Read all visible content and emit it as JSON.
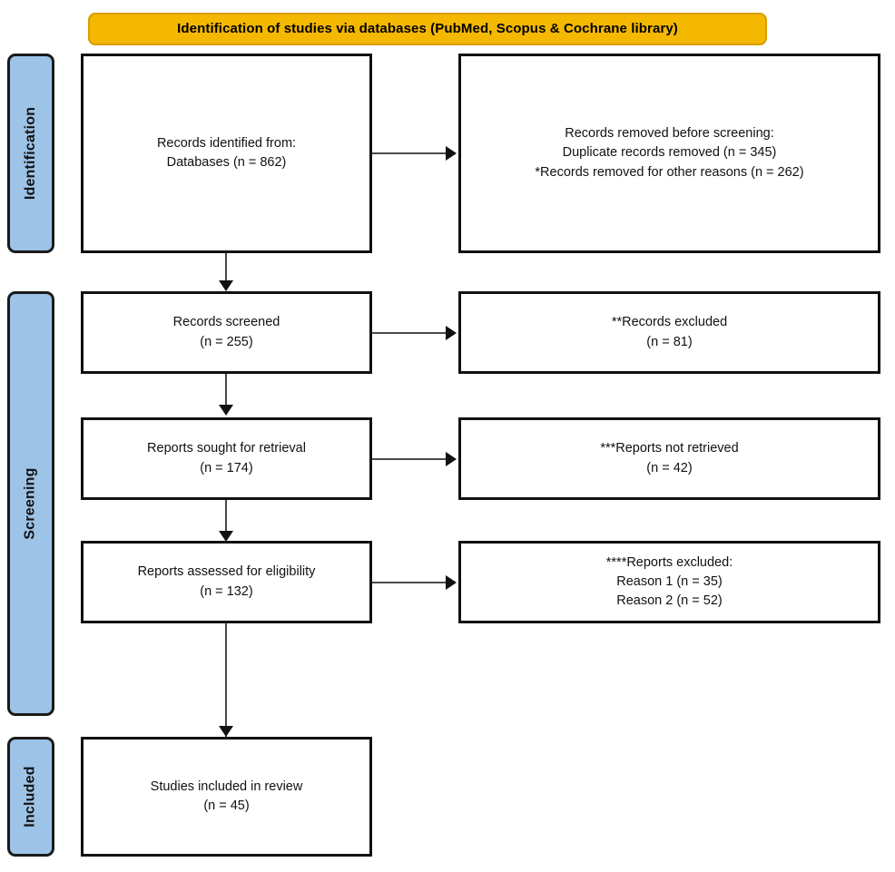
{
  "banner": {
    "title": "Identification of studies via databases (PubMed, Scopus & Cochrane library)"
  },
  "colors": {
    "banner_fill": "#F5B800",
    "banner_border": "#D69E00",
    "stage_fill": "#9DC3E6",
    "box_border": "#111111",
    "connector": "#4a4a4a",
    "text": "#111111"
  },
  "stages": [
    {
      "label": "Identification"
    },
    {
      "label": "Screening"
    },
    {
      "label": "Included"
    }
  ],
  "chart_data": {
    "type": "diagram",
    "title": "Identification of studies via databases (PubMed, Scopus & Cochrane library)",
    "nodes": [
      {
        "id": "records-identified",
        "stage": "Identification",
        "column": "left",
        "text": "Records identified from:\nDatabases (n = 862)",
        "n": 862
      },
      {
        "id": "records-removed",
        "stage": "Identification",
        "column": "right",
        "text": "Records removed before screening:\nDuplicate records removed (n = 345)\n*Records removed for other reasons (n = 262)",
        "n": [
          345,
          262
        ]
      },
      {
        "id": "records-screened",
        "stage": "Screening",
        "column": "left",
        "text": "Records screened\n(n = 255)",
        "n": 255
      },
      {
        "id": "records-excluded",
        "stage": "Screening",
        "column": "right",
        "text": "**Records excluded\n(n = 81)",
        "n": 81
      },
      {
        "id": "reports-sought",
        "stage": "Screening",
        "column": "left",
        "text": "Reports sought for retrieval\n(n = 174)",
        "n": 174
      },
      {
        "id": "reports-not-retrieved",
        "stage": "Screening",
        "column": "right",
        "text": "***Reports not retrieved\n(n = 42)",
        "n": 42
      },
      {
        "id": "reports-assessed",
        "stage": "Screening",
        "column": "left",
        "text": "Reports assessed for eligibility\n(n = 132)",
        "n": 132
      },
      {
        "id": "reports-excluded",
        "stage": "Screening",
        "column": "right",
        "text": "****Reports excluded:\nReason 1 (n = 35)\nReason 2 (n = 52)",
        "n": [
          35,
          52
        ]
      },
      {
        "id": "studies-included",
        "stage": "Included",
        "column": "left",
        "text": "Studies included in review\n(n = 45)",
        "n": 45
      }
    ],
    "edges": [
      {
        "from": "records-identified",
        "to": "records-removed",
        "direction": "right"
      },
      {
        "from": "records-identified",
        "to": "records-screened",
        "direction": "down"
      },
      {
        "from": "records-screened",
        "to": "records-excluded",
        "direction": "right"
      },
      {
        "from": "records-screened",
        "to": "reports-sought",
        "direction": "down"
      },
      {
        "from": "reports-sought",
        "to": "reports-not-retrieved",
        "direction": "right"
      },
      {
        "from": "reports-sought",
        "to": "reports-assessed",
        "direction": "down"
      },
      {
        "from": "reports-assessed",
        "to": "reports-excluded",
        "direction": "right"
      },
      {
        "from": "reports-assessed",
        "to": "studies-included",
        "direction": "down"
      }
    ]
  },
  "boxes": {
    "records_identified": "Records identified from:\nDatabases (n = 862)",
    "records_removed": "Records removed before screening:\nDuplicate records removed (n = 345)\n*Records removed for other reasons (n = 262)",
    "records_screened": "Records screened\n(n = 255)",
    "records_excluded": "**Records excluded\n(n = 81)",
    "reports_sought": "Reports sought for retrieval\n(n = 174)",
    "reports_not_retrieved": "***Reports not retrieved\n(n = 42)",
    "reports_assessed": "Reports assessed for eligibility\n(n = 132)",
    "reports_excluded": "****Reports excluded:\nReason 1 (n = 35)\nReason 2 (n = 52)",
    "studies_included": "Studies included in review\n(n = 45)"
  }
}
